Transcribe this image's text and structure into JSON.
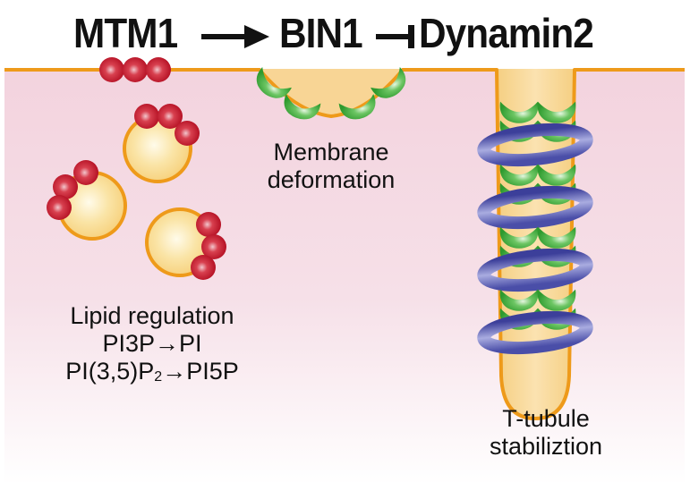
{
  "title": {
    "gene1": "MTM1",
    "gene2": "BIN1",
    "gene3": "Dynamin2",
    "relation1": "activates",
    "relation2": "inhibits"
  },
  "labels": {
    "membrane": [
      "Membrane",
      "deformation"
    ],
    "lipid": {
      "line1": "Lipid regulation",
      "line2": "PI3P→PI",
      "line3_pre": "PI(3,5)P",
      "line3_sub": "2",
      "line3_post": "→PI5P"
    },
    "ttubule": [
      "T-tubule",
      "stabiliztion"
    ]
  },
  "colors": {
    "membrane_line": "#EE9A1A",
    "cytoplasm": "#F4D4DF",
    "vesicle_fill": "#F8D98C",
    "mtm1_sphere": "#C8102E",
    "bin1": "#3DAA3A",
    "dynamin": "#5A5FB0"
  },
  "icons": {
    "activation": "arrow-right-icon",
    "inhibition": "t-bar-inhibit-icon"
  }
}
